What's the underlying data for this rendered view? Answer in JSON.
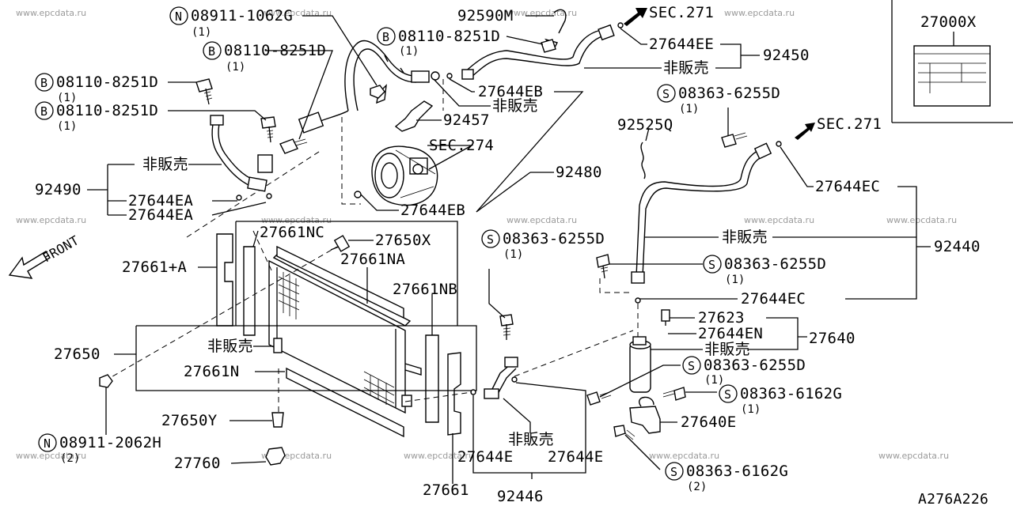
{
  "diagram_code": "A276A226",
  "watermark": "www.epcdata.ru",
  "colors": {
    "ink": "#000000",
    "paper": "#ffffff",
    "watermark": "#9a9a9a"
  },
  "icons": {
    "front_arrow": "front-arrow-icon",
    "sec_arrow": "section-arrow-icon",
    "badge_n": "nut-badge-icon",
    "badge_b": "bolt-badge-icon",
    "badge_s": "screw-badge-icon"
  },
  "callouts": {
    "sec271_top": "SEC.271",
    "sec271_right": "SEC.271",
    "sec274": "SEC.274",
    "front": "FRONT",
    "p92590M": "92590M",
    "p27000X": "27000X",
    "p08911_1062G": "08911-1062G",
    "p08911_1062G_qty": "(1)",
    "p08110_8251D_a": "08110-8251D",
    "p08110_8251D_a_qty": "(1)",
    "p08110_8251D_b": "08110-8251D",
    "p08110_8251D_b_qty": "(1)",
    "p08110_8251D_c": "08110-8251D",
    "p08110_8251D_c_qty": "(1)",
    "p08110_8251D_d": "08110-8251D",
    "p08110_8251D_d_qty": "(1)",
    "p27644EE": "27644EE",
    "not_for_sale_1": "非販売",
    "p92450": "92450",
    "p27644EB_top": "27644EB",
    "not_for_sale_2": "非販売",
    "p92457": "92457",
    "p92480": "92480",
    "p27644EB_bottom": "27644EB",
    "p08363_6255D_a": "08363-6255D",
    "p08363_6255D_a_qty": "(1)",
    "p92525Q": "92525Q",
    "p27644EC_top": "27644EC",
    "not_for_sale_3": "非販売",
    "p92440": "92440",
    "p08363_6255D_b": "08363-6255D",
    "p08363_6255D_b_qty": "(1)",
    "p27644EC_bottom": "27644EC",
    "p27623": "27623",
    "p27644EN": "27644EN",
    "not_for_sale_4": "非販売",
    "p27640": "27640",
    "p08363_6255D_c": "08363-6255D",
    "p08363_6255D_c_qty": "(1)",
    "p08363_6162G_a": "08363-6162G",
    "p08363_6162G_a_qty": "(1)",
    "p27640E": "27640E",
    "p08363_6162G_b": "08363-6162G",
    "p08363_6162G_b_qty": "(2)",
    "not_for_sale_5": "非販売",
    "p92490": "92490",
    "p27644EA_1": "27644EA",
    "p27644EA_2": "27644EA",
    "not_for_sale_6": "非販売",
    "p27661NC": "27661NC",
    "p27650X": "27650X",
    "p27661A": "27661+A",
    "p27661NA": "27661NA",
    "p27661NB": "27661NB",
    "p27650": "27650",
    "not_for_sale_7": "非販売",
    "p27661N": "27661N",
    "p27650Y": "27650Y",
    "p08911_2062H": "08911-2062H",
    "p08911_2062H_qty": "(2)",
    "p27760": "27760",
    "p08363_6255D_d": "08363-6255D",
    "p08363_6255D_d_qty": "(1)",
    "p27644E_a": "27644E",
    "p27644E_b": "27644E",
    "p27661": "27661",
    "p92446": "92446"
  },
  "badges": {
    "n": "N",
    "b": "B",
    "s": "S"
  }
}
